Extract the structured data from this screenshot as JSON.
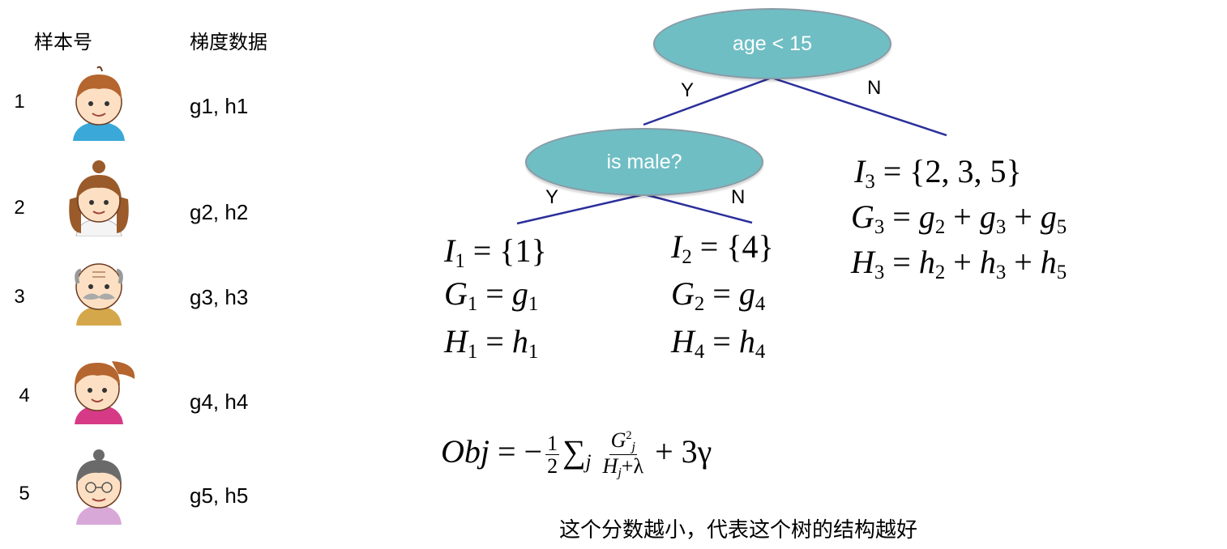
{
  "headers": {
    "sample_id": "样本号",
    "gradient": "梯度数据"
  },
  "samples": [
    {
      "id": "1",
      "grad": "g1, h1",
      "avatar_icon": "boy-icon"
    },
    {
      "id": "2",
      "grad": "g2, h2",
      "avatar_icon": "mother-icon"
    },
    {
      "id": "3",
      "grad": "g3, h3",
      "avatar_icon": "grandfather-icon"
    },
    {
      "id": "4",
      "grad": "g4, h4",
      "avatar_icon": "girl-icon"
    },
    {
      "id": "5",
      "grad": "g5, h5",
      "avatar_icon": "grandmother-icon"
    }
  ],
  "tree": {
    "root": {
      "label": "age < 15"
    },
    "child": {
      "label": "is male?"
    },
    "edges": {
      "root_yes": "Y",
      "root_no": "N",
      "child_yes": "Y",
      "child_no": "N"
    }
  },
  "leaves": [
    {
      "I": {
        "sym": "I",
        "sub": "1",
        "rhs": "= {1}"
      },
      "G": {
        "sym": "G",
        "sub": "1",
        "rhs_sym": "g",
        "rhs_sub": "1"
      },
      "H": {
        "sym": "H",
        "sub": "1",
        "rhs_sym": "h",
        "rhs_sub": "1"
      }
    },
    {
      "I": {
        "sym": "I",
        "sub": "2",
        "rhs": "= {4}"
      },
      "G": {
        "sym": "G",
        "sub": "2",
        "rhs_sym": "g",
        "rhs_sub": "4"
      },
      "H": {
        "sym": "H",
        "sub": "4",
        "rhs_sym": "h",
        "rhs_sub": "4"
      }
    },
    {
      "I": {
        "sym": "I",
        "sub": "3",
        "rhs": "= {2, 3, 5}"
      },
      "G": {
        "sym": "G",
        "sub": "3",
        "terms_sym": "g",
        "terms_subs": [
          "2",
          "3",
          "5"
        ]
      },
      "H": {
        "sym": "H",
        "sub": "3",
        "terms_sym": "h",
        "terms_subs": [
          "2",
          "3",
          "5"
        ]
      }
    }
  ],
  "objective": {
    "lhs": "Obj",
    "half_num": "1",
    "half_den": "2",
    "frac_num_sym": "G",
    "frac_num_sub": "j",
    "frac_num_sup": "2",
    "frac_den_sym": "H",
    "frac_den_sub": "j",
    "frac_den_tail": "+λ",
    "tail": "+ 3γ"
  },
  "caption": "这个分数越小，代表这个树的结构越好",
  "colors": {
    "node_fill": "#6fbec4",
    "edge": "#2b2f9a"
  }
}
